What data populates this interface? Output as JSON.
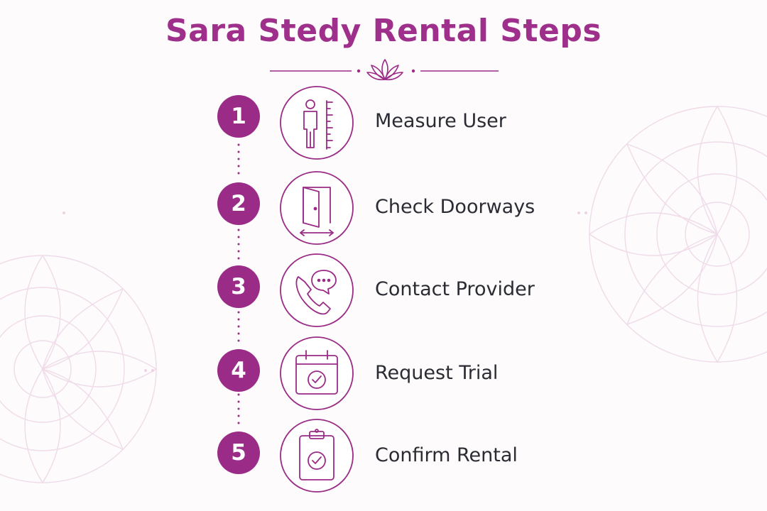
{
  "title": "Sara Stedy Rental Steps",
  "colors": {
    "accent": "#9a2b86",
    "title": "#9e2f8b",
    "text": "#2b2b33",
    "decor": "#ecd6e6"
  },
  "steps": [
    {
      "number": "1",
      "label": "Measure User",
      "icon": "person-height-icon"
    },
    {
      "number": "2",
      "label": "Check Doorways",
      "icon": "door-width-icon"
    },
    {
      "number": "3",
      "label": "Contact Provider",
      "icon": "phone-chat-icon"
    },
    {
      "number": "4",
      "label": "Request Trial",
      "icon": "calendar-check-icon"
    },
    {
      "number": "5",
      "label": "Confirm Rental",
      "icon": "clipboard-check-icon"
    }
  ]
}
